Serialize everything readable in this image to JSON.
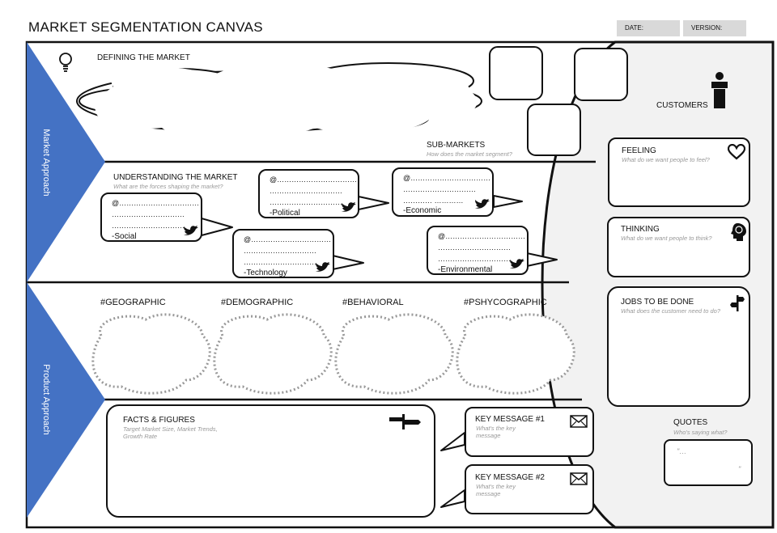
{
  "header": {
    "title": "MARKET SEGMENTATION CANVAS",
    "date_label": "DATE:",
    "version_label": "VERSION:"
  },
  "market": {
    "side_label": "Market Approach",
    "defining_title": "DEFINING THE MARKET",
    "submarkets_title": "SUB-MARKETS",
    "submarkets_sub": "How does the market segment?",
    "understanding_title": "UNDERSTANDING THE MARKET",
    "understanding_sub": "What are the forces shaping the market?"
  },
  "forces": [
    {
      "handle": "@……………………………",
      "line2": "…………………………",
      "line3": "…………………………",
      "tag": "-Social"
    },
    {
      "handle": "@……………………………",
      "line2": "…………………………",
      "line3": "…………………………",
      "tag": "-Political"
    },
    {
      "handle": "@……………………………",
      "line2": "…………………………",
      "line3": "………… …………",
      "tag": "-Economic"
    },
    {
      "handle": "@……………………………",
      "line2": "…………………………",
      "line3": "…………………………",
      "tag": "-Technology"
    },
    {
      "handle": "@……………………………",
      "line2": "…………………………",
      "line3": "…………………………",
      "tag": "-Environmental"
    }
  ],
  "product": {
    "side_label": "Product Approach",
    "segments": [
      "#GEOGRAPHIC",
      "#DEMOGRAPHIC",
      "#BEHAVIORAL",
      "#PSHYCOGRAPHIC"
    ],
    "facts_title": "FACTS & FIGURES",
    "facts_sub": "Target Market Size, Market Trends, Growth Rate",
    "key1_title": "KEY MESSAGE #1",
    "key1_sub": "What's the key message",
    "key2_title": "KEY MESSAGE #2",
    "key2_sub": "What's the key message"
  },
  "customers": {
    "title": "CUSTOMERS",
    "feeling_title": "FEELING",
    "feeling_sub": "What do we want people to feel?",
    "thinking_title": "THINKING",
    "thinking_sub": "What do we want people to think?",
    "jobs_title": "JOBS TO BE DONE",
    "jobs_sub": "What does the customer need to do?",
    "quotes_title": "QUOTES",
    "quotes_sub": "Who's saying what?",
    "quote_open": "\"…",
    "quote_close": "\""
  },
  "colors": {
    "accent": "#4472c4",
    "panel": "#f2f2f2",
    "hdrbox": "#d9d9d9"
  },
  "icons": [
    "lightbulb-icon",
    "speaker-icon",
    "twitter-icon",
    "heart-icon",
    "brain-icon",
    "signpost-icon",
    "envelope-icon"
  ]
}
